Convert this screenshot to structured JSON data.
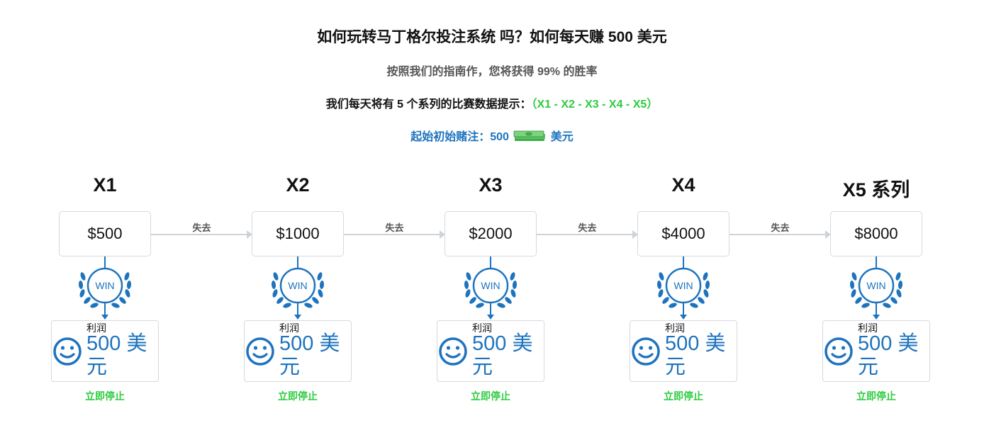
{
  "header": {
    "title": "如何玩转马丁格尔投注系统 吗？如何每天赚 500 美元",
    "subtitle": "按照我们的指南作，您将获得 99% 的胜率",
    "series_prefix": "我们每天将有 5 个系列的比赛数据提示：",
    "series_list": "（X1 - X2 - X3 - X4 - X5）",
    "stake_prefix": "起始初始赌注：500",
    "stake_suffix": "美元"
  },
  "colors": {
    "accent_blue": "#1e73be",
    "accent_green": "#2ecc40",
    "connector_gray": "#cfd3d8"
  },
  "icons": {
    "money": "money-stack-icon",
    "badge": "win-laurel-icon",
    "smile": "smiley-face-icon"
  },
  "steps": [
    {
      "label": "X1",
      "amount": "$500",
      "badge_text": "WIN",
      "profit_label": "利润",
      "profit_amount": "500 美元",
      "stop": "立即停止"
    },
    {
      "label": "X2",
      "amount": "$1000",
      "badge_text": "WIN",
      "profit_label": "利润",
      "profit_amount": "500 美元",
      "stop": "立即停止"
    },
    {
      "label": "X3",
      "amount": "$2000",
      "badge_text": "WIN",
      "profit_label": "利润",
      "profit_amount": "500 美元",
      "stop": "立即停止"
    },
    {
      "label": "X4",
      "amount": "$4000",
      "badge_text": "WIN",
      "profit_label": "利润",
      "profit_amount": "500 美元",
      "stop": "立即停止"
    },
    {
      "label": "X5 系列",
      "amount": "$8000",
      "badge_text": "WIN",
      "profit_label": "利润",
      "profit_amount": "500 美元",
      "stop": "立即停止"
    }
  ],
  "connectors": [
    {
      "label": "失去"
    },
    {
      "label": "失去"
    },
    {
      "label": "失去"
    },
    {
      "label": "失去"
    }
  ]
}
